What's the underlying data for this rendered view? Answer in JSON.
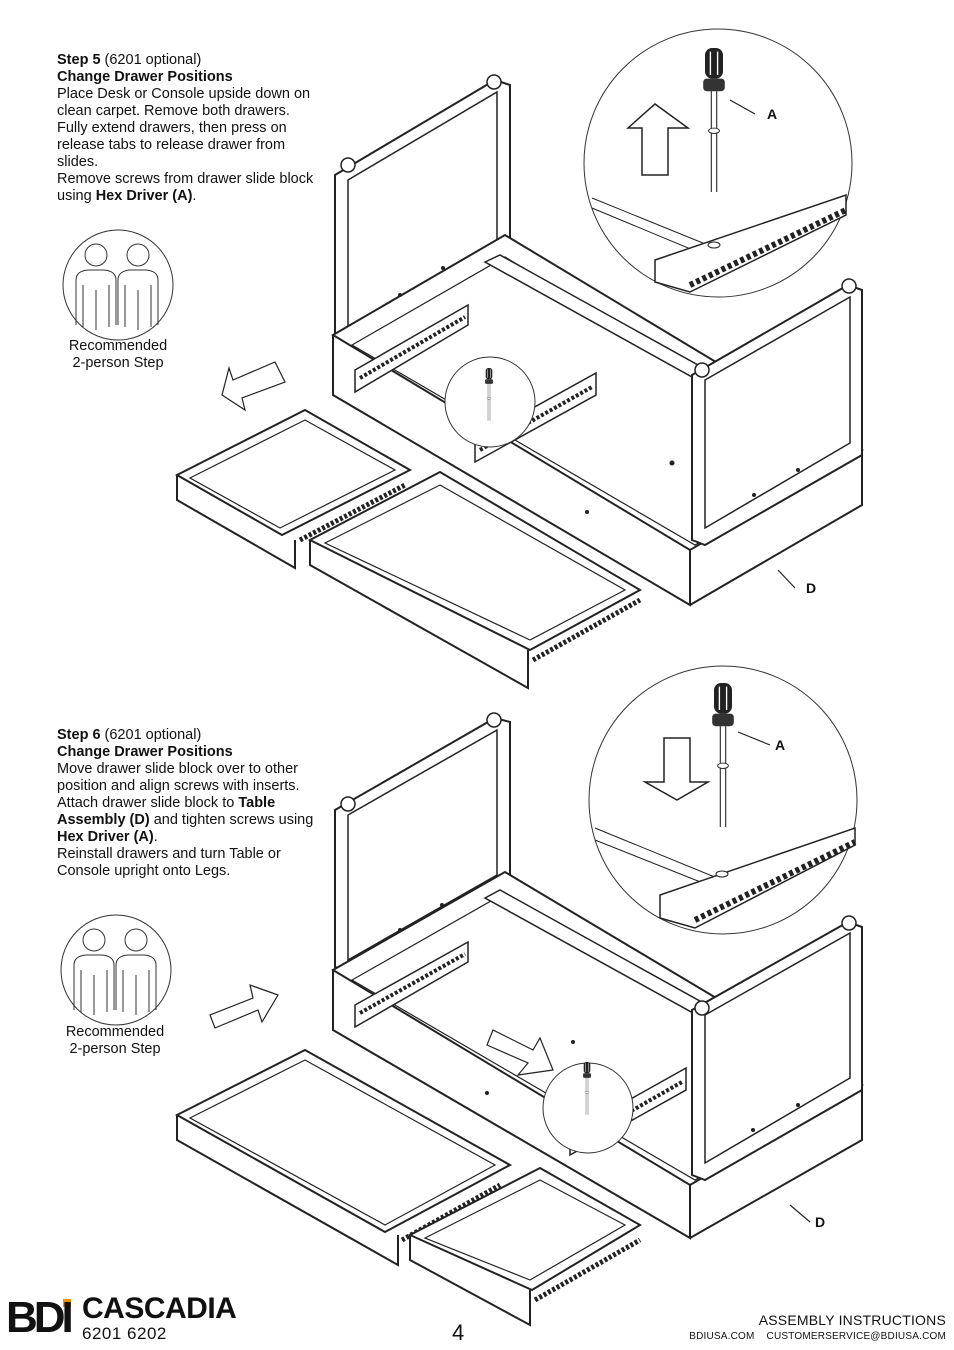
{
  "step5": {
    "title": "Step 5",
    "optional": " (6201 optional)",
    "heading": "Change Drawer Positions",
    "line1": "Place Desk or Console upside down on clean carpet. Remove both drawers. Fully extend drawers, then press on release tabs to release drawer from slides.",
    "line2_pre": "Remove screws from drawer slide block using ",
    "line2_bold": "Hex Driver (A)",
    "line2_post": ".",
    "person_caption_1": "Recommended",
    "person_caption_2": "2-person Step",
    "callout_a": "A",
    "callout_d": "D"
  },
  "step6": {
    "title": "Step 6",
    "optional": " (6201 optional)",
    "heading": "Change Drawer Positions",
    "line1": "Move drawer slide block over to other position and align screws with inserts.",
    "line2_pre": "Attach drawer slide block to ",
    "line2_bold": "Table Assembly (D)",
    "line2_mid": " and tighten screws using ",
    "line2_bold2": "Hex Driver (A)",
    "line2_post": ".",
    "line3": "Reinstall drawers and turn Table or Console upright onto Legs.",
    "person_caption_1": "Recommended",
    "person_caption_2": "2-person Step",
    "callout_a": "A",
    "callout_d": "D"
  },
  "footer": {
    "logo_text": "BDI",
    "accent_color": "#f39200",
    "brand": "CASCADIA",
    "models": "6201  6202",
    "page_number": "4",
    "assembly": "ASSEMBLY INSTRUCTIONS",
    "website": "BDIUSA.COM",
    "email": "CUSTOMERSERVICE@BDIUSA.COM"
  }
}
